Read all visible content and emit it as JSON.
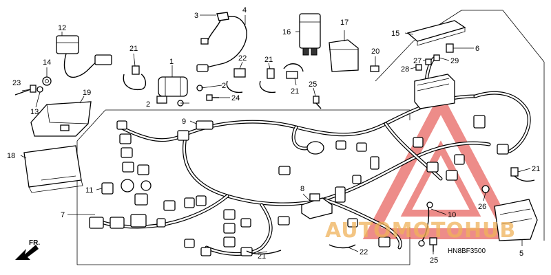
{
  "diagram": {
    "code": "HN8BF3500",
    "direction_label": "FR.",
    "callouts": [
      {
        "id": "c1",
        "label": "1"
      },
      {
        "id": "c2a",
        "label": "2"
      },
      {
        "id": "c2b",
        "label": "2"
      },
      {
        "id": "c3",
        "label": "3"
      },
      {
        "id": "c4",
        "label": "4"
      },
      {
        "id": "c5",
        "label": "5"
      },
      {
        "id": "c6",
        "label": "6"
      },
      {
        "id": "c7",
        "label": "7"
      },
      {
        "id": "c8",
        "label": "8"
      },
      {
        "id": "c9",
        "label": "9"
      },
      {
        "id": "c10",
        "label": "10"
      },
      {
        "id": "c11",
        "label": "11"
      },
      {
        "id": "c12",
        "label": "12"
      },
      {
        "id": "c13",
        "label": "13"
      },
      {
        "id": "c14",
        "label": "14"
      },
      {
        "id": "c15",
        "label": "15"
      },
      {
        "id": "c16",
        "label": "16"
      },
      {
        "id": "c17",
        "label": "17"
      },
      {
        "id": "c18",
        "label": "18"
      },
      {
        "id": "c19",
        "label": "19"
      },
      {
        "id": "c20",
        "label": "20"
      },
      {
        "id": "c21a",
        "label": "21"
      },
      {
        "id": "c21b",
        "label": "21"
      },
      {
        "id": "c21c",
        "label": "21"
      },
      {
        "id": "c21d",
        "label": "21"
      },
      {
        "id": "c21e",
        "label": "21"
      },
      {
        "id": "c22a",
        "label": "22"
      },
      {
        "id": "c22b",
        "label": "22"
      },
      {
        "id": "c23",
        "label": "23"
      },
      {
        "id": "c24",
        "label": "24"
      },
      {
        "id": "c25a",
        "label": "25"
      },
      {
        "id": "c25b",
        "label": "25"
      },
      {
        "id": "c26",
        "label": "26"
      },
      {
        "id": "c27",
        "label": "27"
      },
      {
        "id": "c28",
        "label": "28"
      },
      {
        "id": "c29",
        "label": "29"
      }
    ]
  },
  "watermark": {
    "brand_text": "AUTOMOTOHUB",
    "triangle_color": "#e0302a",
    "text_color": "#f0b25a"
  }
}
